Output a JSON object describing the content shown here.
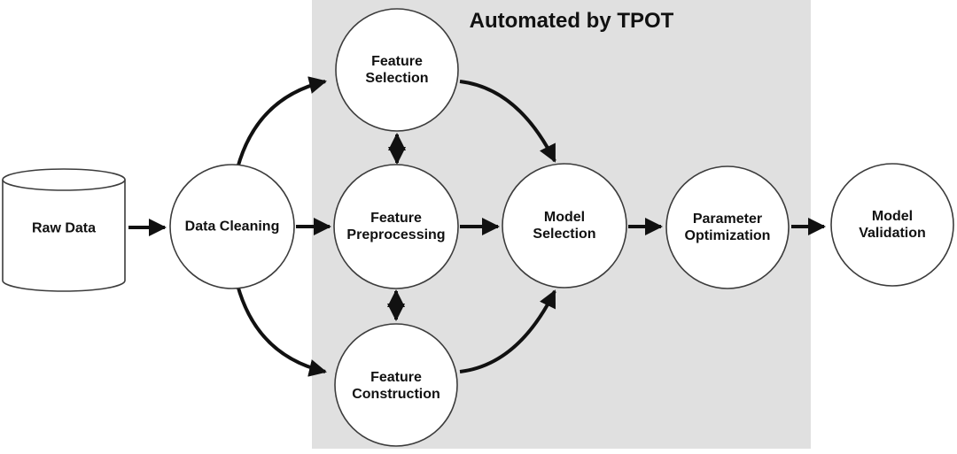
{
  "title": {
    "text": "Automated by TPOT"
  },
  "nodes": [
    {
      "id": "raw-data",
      "label": "Raw Data",
      "shape": "cylinder",
      "automated": false
    },
    {
      "id": "data-cleaning",
      "label": "Data Cleaning",
      "shape": "circle",
      "automated": false
    },
    {
      "id": "feature-selection",
      "label": "Feature\nSelection",
      "shape": "circle",
      "automated": true
    },
    {
      "id": "feature-preprocessing",
      "label": "Feature\nPreprocessing",
      "shape": "circle",
      "automated": true
    },
    {
      "id": "feature-construction",
      "label": "Feature\nConstruction",
      "shape": "circle",
      "automated": true
    },
    {
      "id": "model-selection",
      "label": "Model\nSelection",
      "shape": "circle",
      "automated": true
    },
    {
      "id": "parameter-optimization",
      "label": "Parameter\nOptimization",
      "shape": "circle",
      "automated": true
    },
    {
      "id": "model-validation",
      "label": "Model\nValidation",
      "shape": "circle",
      "automated": false
    }
  ],
  "edges": [
    {
      "from": "raw-data",
      "to": "data-cleaning",
      "style": "arrow"
    },
    {
      "from": "data-cleaning",
      "to": "feature-selection",
      "style": "arrow-curved"
    },
    {
      "from": "data-cleaning",
      "to": "feature-preprocessing",
      "style": "arrow"
    },
    {
      "from": "data-cleaning",
      "to": "feature-construction",
      "style": "arrow-curved"
    },
    {
      "from": "feature-selection",
      "to": "feature-preprocessing",
      "style": "double-arrow"
    },
    {
      "from": "feature-preprocessing",
      "to": "feature-construction",
      "style": "double-arrow"
    },
    {
      "from": "feature-selection",
      "to": "model-selection",
      "style": "arrow-curved"
    },
    {
      "from": "feature-preprocessing",
      "to": "model-selection",
      "style": "arrow"
    },
    {
      "from": "feature-construction",
      "to": "model-selection",
      "style": "arrow-curved"
    },
    {
      "from": "model-selection",
      "to": "parameter-optimization",
      "style": "arrow"
    },
    {
      "from": "parameter-optimization",
      "to": "model-validation",
      "style": "arrow"
    }
  ],
  "colors": {
    "background": "#ffffff",
    "automated_region": "#e0e0e0",
    "node_fill": "#ffffff",
    "node_border": "#3c3c3c",
    "arrow": "#111111",
    "text": "#111111"
  }
}
